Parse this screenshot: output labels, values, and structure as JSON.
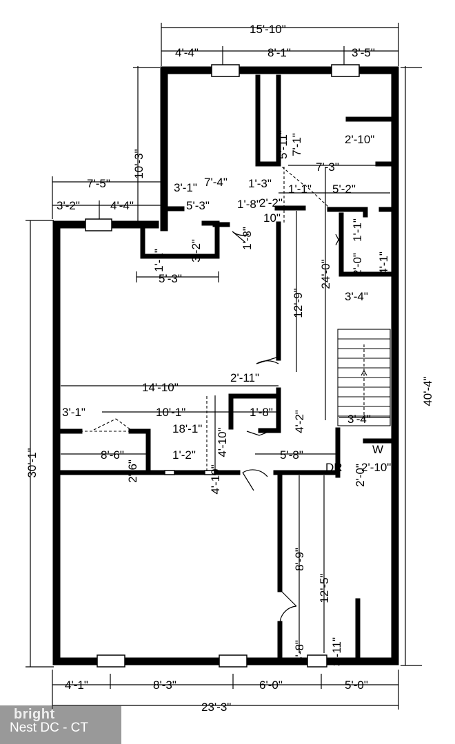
{
  "dimensions": {
    "top_overall": "15'-10\"",
    "top_left": "4'-4\"",
    "top_mid": "8'-1\"",
    "top_right": "3'-5\"",
    "upper_left_height": "10'-3\"",
    "closet_a": "5'-11\"",
    "closet_b": "7'-1\"",
    "closet_w": "2'-10\"",
    "hall_w": "7'-3\"",
    "landing_w": "7'-5\"",
    "d_3_1": "3'-1\"",
    "d_7_4": "7'-4\"",
    "d_1_3": "1'-3\"",
    "d_1_1a": "1'-1\"",
    "d_5_2": "5'-2\"",
    "d_3_2a": "3'-2\"",
    "d_4_4b": "4'-4\"",
    "d_5_3a": "5'-3\"",
    "d_1_8a": "1'-8\"",
    "d_2_2": "2'-2\"",
    "d_10": "10\"",
    "d_1_1b": "1'-1\"",
    "d_3_2b": "3'-2\"",
    "d_2_0a": "2'-0\"",
    "d_1_1c": "1'-1\"",
    "d_4_1a": "4'-1\"",
    "d_5_3b": "5'-3\"",
    "d_12_9": "12'-9\"",
    "d_24_0": "24'-0\"",
    "d_3_4a": "3'-4\"",
    "overall_right": "40'-4\"",
    "overall_left": "30'-1\"",
    "d_14_10": "14'-10\"",
    "d_2_11": "2'-11\"",
    "d_3_1b": "3'-1\"",
    "d_10_1": "10'-1\"",
    "d_1_8b": "1'-8\"",
    "d_4_2": "4'-2\"",
    "d_18_1": "18'-1\"",
    "d_3_4b": "3'-4\"",
    "d_8_6": "8'-6\"",
    "d_2_6": "2'-6\"",
    "d_1_2": "1'-2\"",
    "d_4_10a": "4'-10\"",
    "d_4_10b": "4'-10\"",
    "d_5_8": "5'-8\"",
    "d_2_0b": "2'-0\"",
    "d_2_10b": "2'-10\"",
    "label_dr": "DR",
    "label_w": "W",
    "d_8_9": "8'-9\"",
    "d_12_5": "12'-5\"",
    "d_3_8": "3'-8\"",
    "d_3_11": "3'-11\"",
    "bottom_a": "4'-1\"",
    "bottom_b": "8'-3\"",
    "bottom_c": "6'-0\"",
    "bottom_d": "5'-0\"",
    "bottom_overall": "23'-3\""
  },
  "watermark": {
    "logo": "bright",
    "source": "Nest DC - CT"
  }
}
